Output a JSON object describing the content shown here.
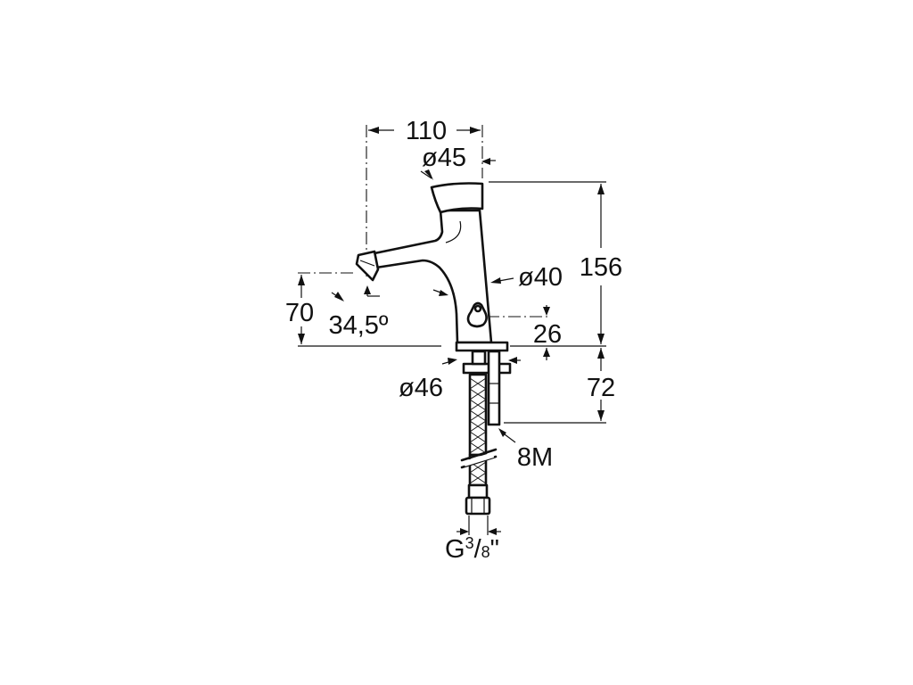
{
  "drawing": {
    "dimensions": {
      "width_total": "110",
      "head_diameter": "ø45",
      "height_total": "156",
      "body_diameter": "ø40",
      "spout_height": "70",
      "spout_angle": "34,5º",
      "button_height": "26",
      "base_diameter": "ø46",
      "shank_length": "72",
      "stud_thread": "8M",
      "connection_thread_prefix": "G",
      "connection_thread_num": "3",
      "connection_thread_slash": "/",
      "connection_thread_den": "8",
      "connection_thread_suffix": "\""
    }
  }
}
